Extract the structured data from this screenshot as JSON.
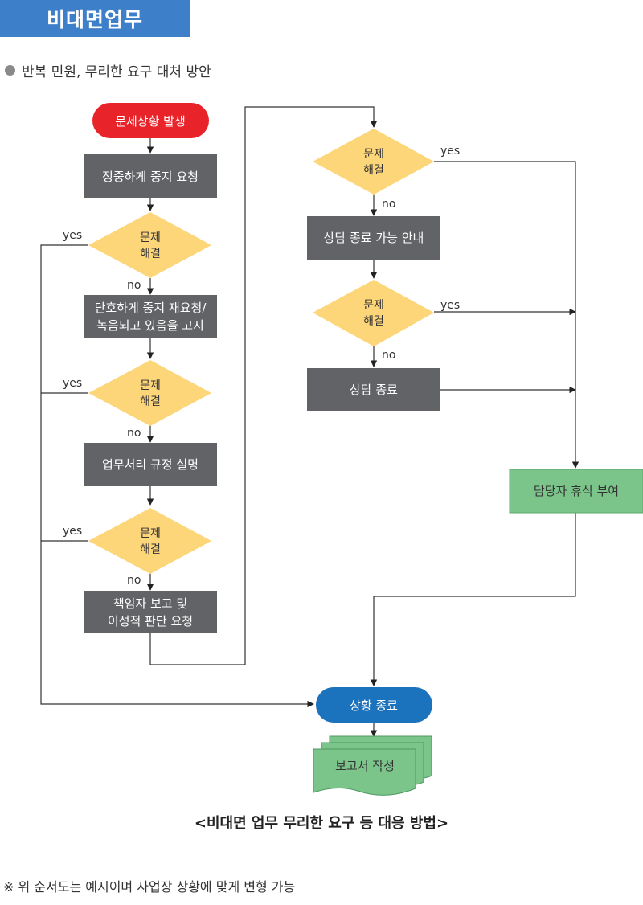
{
  "header": {
    "title": "비대면업무"
  },
  "section": {
    "title": "반복 민원, 무리한 요구 대처 방안"
  },
  "flowchart": {
    "start": "문제상황 발생",
    "step1": "정중하게 중지 요청",
    "decision": [
      "문제",
      "해결"
    ],
    "step2": [
      "단호하게 중지 재요청/",
      "녹음되고 있음을 고지"
    ],
    "step3": "업무처리 규정 설명",
    "step4": [
      "책임자 보고 및",
      "이성적 판단 요청"
    ],
    "step5": "상담 종료 가능 안내",
    "step6": "상담 종료",
    "step7": "담당자 휴식 부여",
    "end": "상황 종료",
    "report": "보고서 작성",
    "yes_label": "yes",
    "no_label": "no"
  },
  "caption": "<비대면 업무 무리한 요구 등 대응 방법>",
  "footnote": "※ 위 순서도는 예시이며 사업장 상황에 맞게 변형 가능",
  "colors": {
    "header": "#3d7fc9",
    "start": "#e8232a",
    "process": "#626366",
    "decision": "#fdd67a",
    "rest": "#7bc48a",
    "end": "#1b72bd",
    "report": "#7bc48a"
  }
}
